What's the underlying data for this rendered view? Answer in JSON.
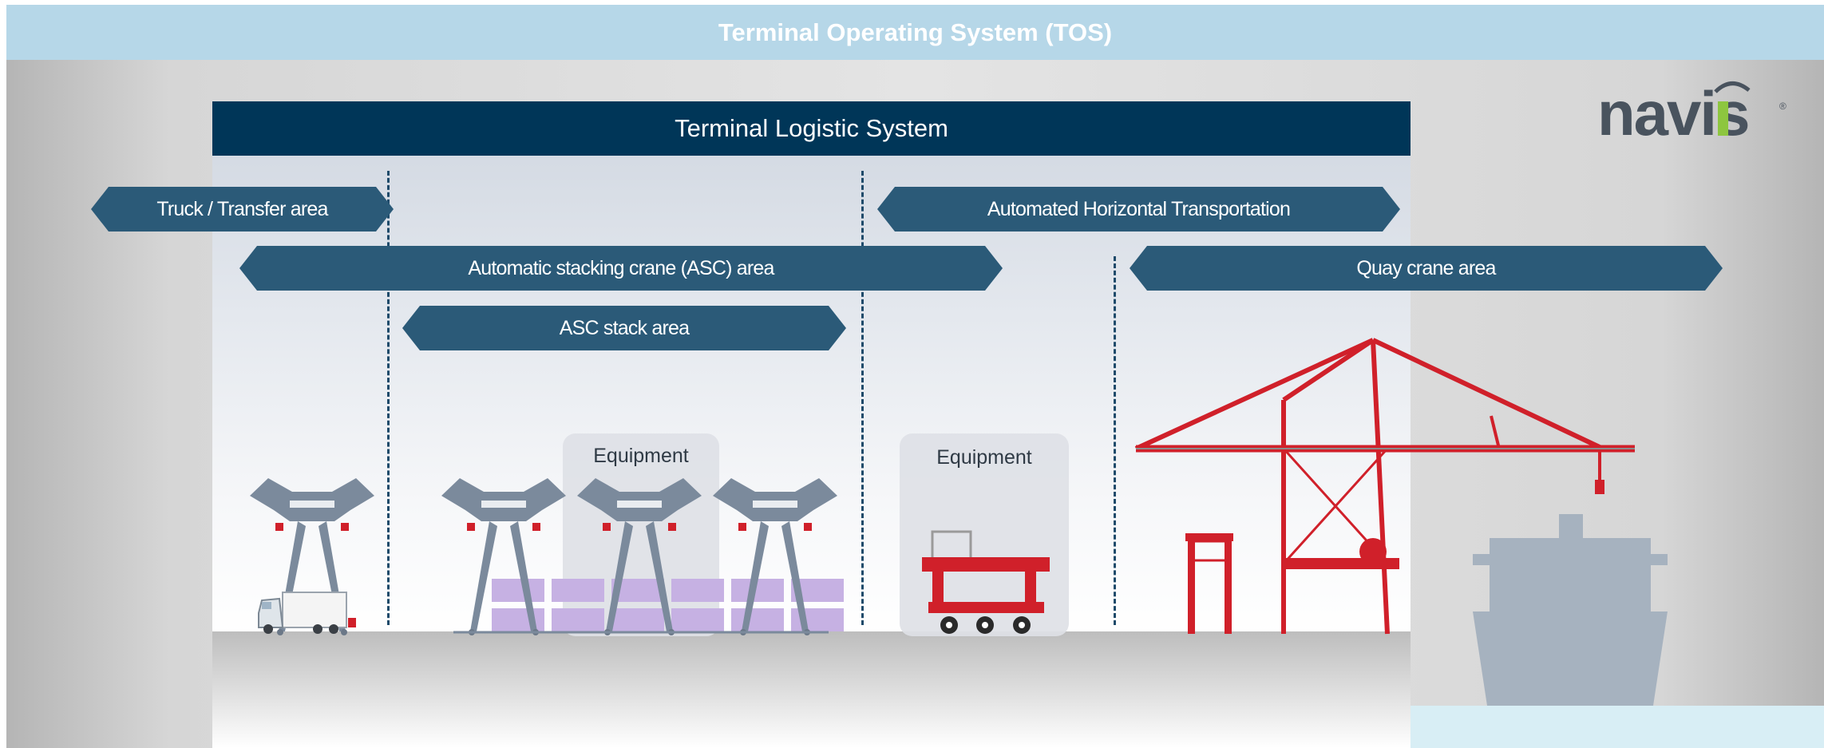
{
  "header": {
    "title": "Terminal Operating System (TOS)"
  },
  "logo": {
    "text": "navis"
  },
  "tls": {
    "title": "Terminal Logistic System"
  },
  "areas": {
    "truck_transfer": "Truck / Transfer area",
    "automated_horizontal": "Automated Horizontal Transportation",
    "asc_area": "Automatic stacking crane (ASC) area",
    "quay_crane": "Quay crane area",
    "asc_stack": "ASC stack area"
  },
  "equipment": {
    "label_left": "Equipment",
    "label_right": "Equipment"
  },
  "colors": {
    "tos_bar": "#b6d7e8",
    "tls_bar": "#003658",
    "area_arrow": "#2b5a78",
    "crane_red": "#d0202a",
    "asc_grey": "#7b8a9c",
    "container_purple": "#c6b1e3",
    "ship_grey": "#a6b2bf"
  },
  "icons": [
    "navis-logo",
    "asc-crane-icon",
    "truck-icon",
    "container-stack-icon",
    "straddle-carrier-icon",
    "quay-crane-icon",
    "ship-icon"
  ]
}
